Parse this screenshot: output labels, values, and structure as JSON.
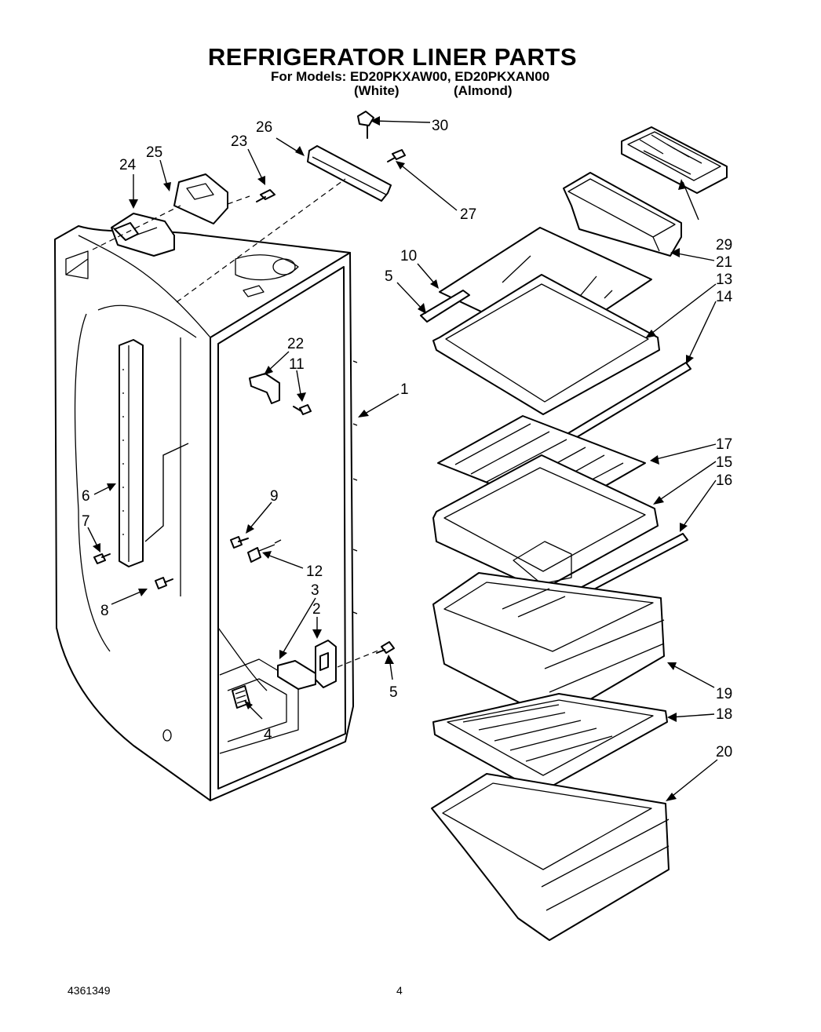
{
  "header": {
    "title": "REFRIGERATOR LINER PARTS",
    "models_line": "For Models: ED20PKXAW00, ED20PKXAN00",
    "variant_white": "(White)",
    "variant_almond": "(Almond)"
  },
  "callouts": {
    "c1": "1",
    "c2": "2",
    "c3": "3",
    "c4": "4",
    "c5a": "5",
    "c5b": "5",
    "c6": "6",
    "c7": "7",
    "c8": "8",
    "c9": "9",
    "c10": "10",
    "c11": "11",
    "c12": "12",
    "c13": "13",
    "c14": "14",
    "c15": "15",
    "c16": "16",
    "c17": "17",
    "c18": "18",
    "c19": "19",
    "c20": "20",
    "c21": "21",
    "c22": "22",
    "c23": "23",
    "c24": "24",
    "c25": "25",
    "c26": "26",
    "c27": "27",
    "c29": "29",
    "c30": "30"
  },
  "footer": {
    "doc_number": "4361349",
    "page_number": "4"
  }
}
